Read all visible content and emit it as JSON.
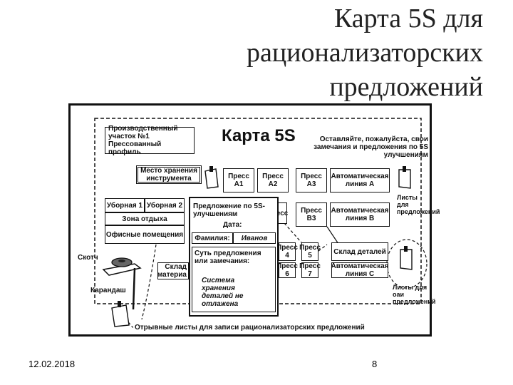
{
  "slide": {
    "title_line1": "Карта 5S для",
    "title_line2": "рационализаторских",
    "title_line3": "предложений",
    "date": "12.02.2018",
    "page_number": "8"
  },
  "diagram": {
    "map_title": "Карта 5S",
    "header_box": "Производственный участок №1 Прессованный профиль",
    "notice": "Оставляйте, пожалуйста, свои замечания и предложения по 5S улучшениям",
    "storage_box": "Место хранения инструмента",
    "press_a1": "Пресс А1",
    "press_a2": "Пресс А2",
    "press_a3": "Пресс А3",
    "auto_line_a": "Автоматическая линия А",
    "press_v2": "ресс",
    "press_v3": "Пресс В3",
    "auto_line_b": "Автоматическая линия В",
    "press_4": "Пресс 4",
    "press_5": "Пресс 5",
    "press_6": "Пресс 6",
    "press_7": "Пресс 7",
    "warehouse_parts": "Склад деталей",
    "auto_line_c": "Автоматическая линия С",
    "restroom_1": "Уборная 1",
    "restroom_2": "Уборная 2",
    "rest_zone": "Зона отдыха",
    "office": "Офисные помещения",
    "warehouse_materials": "Склад материа",
    "proposal_title": "Предложение по 5S-улучшениям",
    "date_label": "Дата:",
    "surname_label": "Фамилия:",
    "surname_value": "Иванов",
    "essence_label": "Суть предложения или замечания:",
    "essence_value": "Система хранения деталей не отлажена",
    "sheets_right_top": "Листы для предложений",
    "sheets_right_bottom": "Листы для оаи предложений",
    "scotch": "Скотч",
    "pencil": "Карандаш",
    "torn_sheets": "Отрывные листы для записи рационализаторских предложений"
  }
}
